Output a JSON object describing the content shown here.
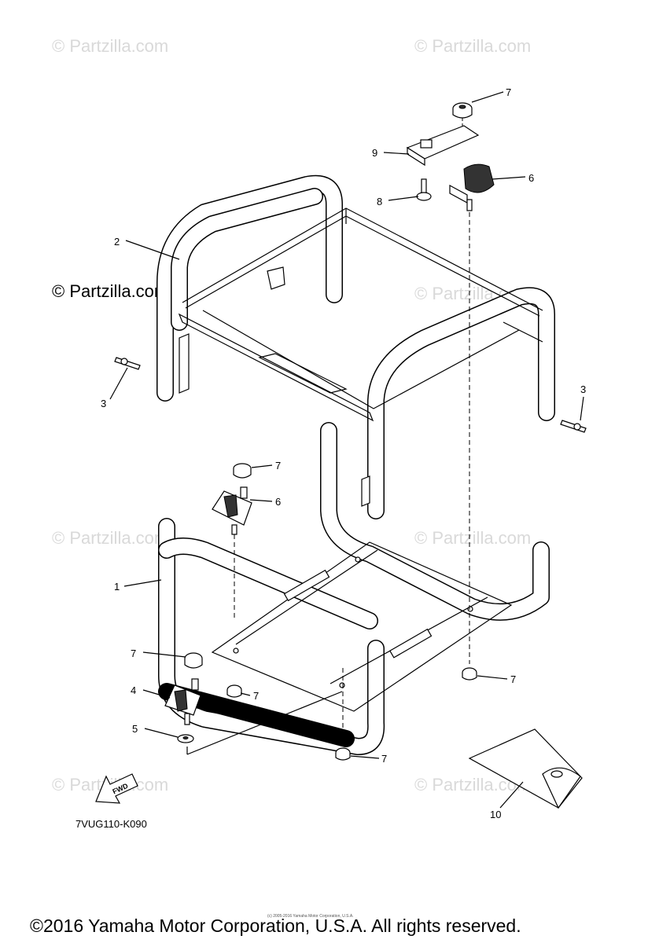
{
  "watermark": "© Partzilla.com",
  "watermark_main": "© Partzilla.com",
  "diagram_code": "7VUG110-K090",
  "fwd_label": "FWD",
  "copyright": "©2016 Yamaha Motor Corporation, U.S.A. All rights reserved.",
  "tiny_copyright": "(c) 2005-2016 Yamaha Motor Corporation, U.S.A.",
  "callouts": {
    "c7a": "7",
    "c9": "9",
    "c6a": "6",
    "c8": "8",
    "c2": "2",
    "c3a": "3",
    "c3b": "3",
    "c7b": "7",
    "c6b": "6",
    "c1": "1",
    "c7c": "7",
    "c4": "4",
    "c7d": "7",
    "c5": "5",
    "c7e": "7",
    "c7f": "7",
    "c10": "10"
  }
}
